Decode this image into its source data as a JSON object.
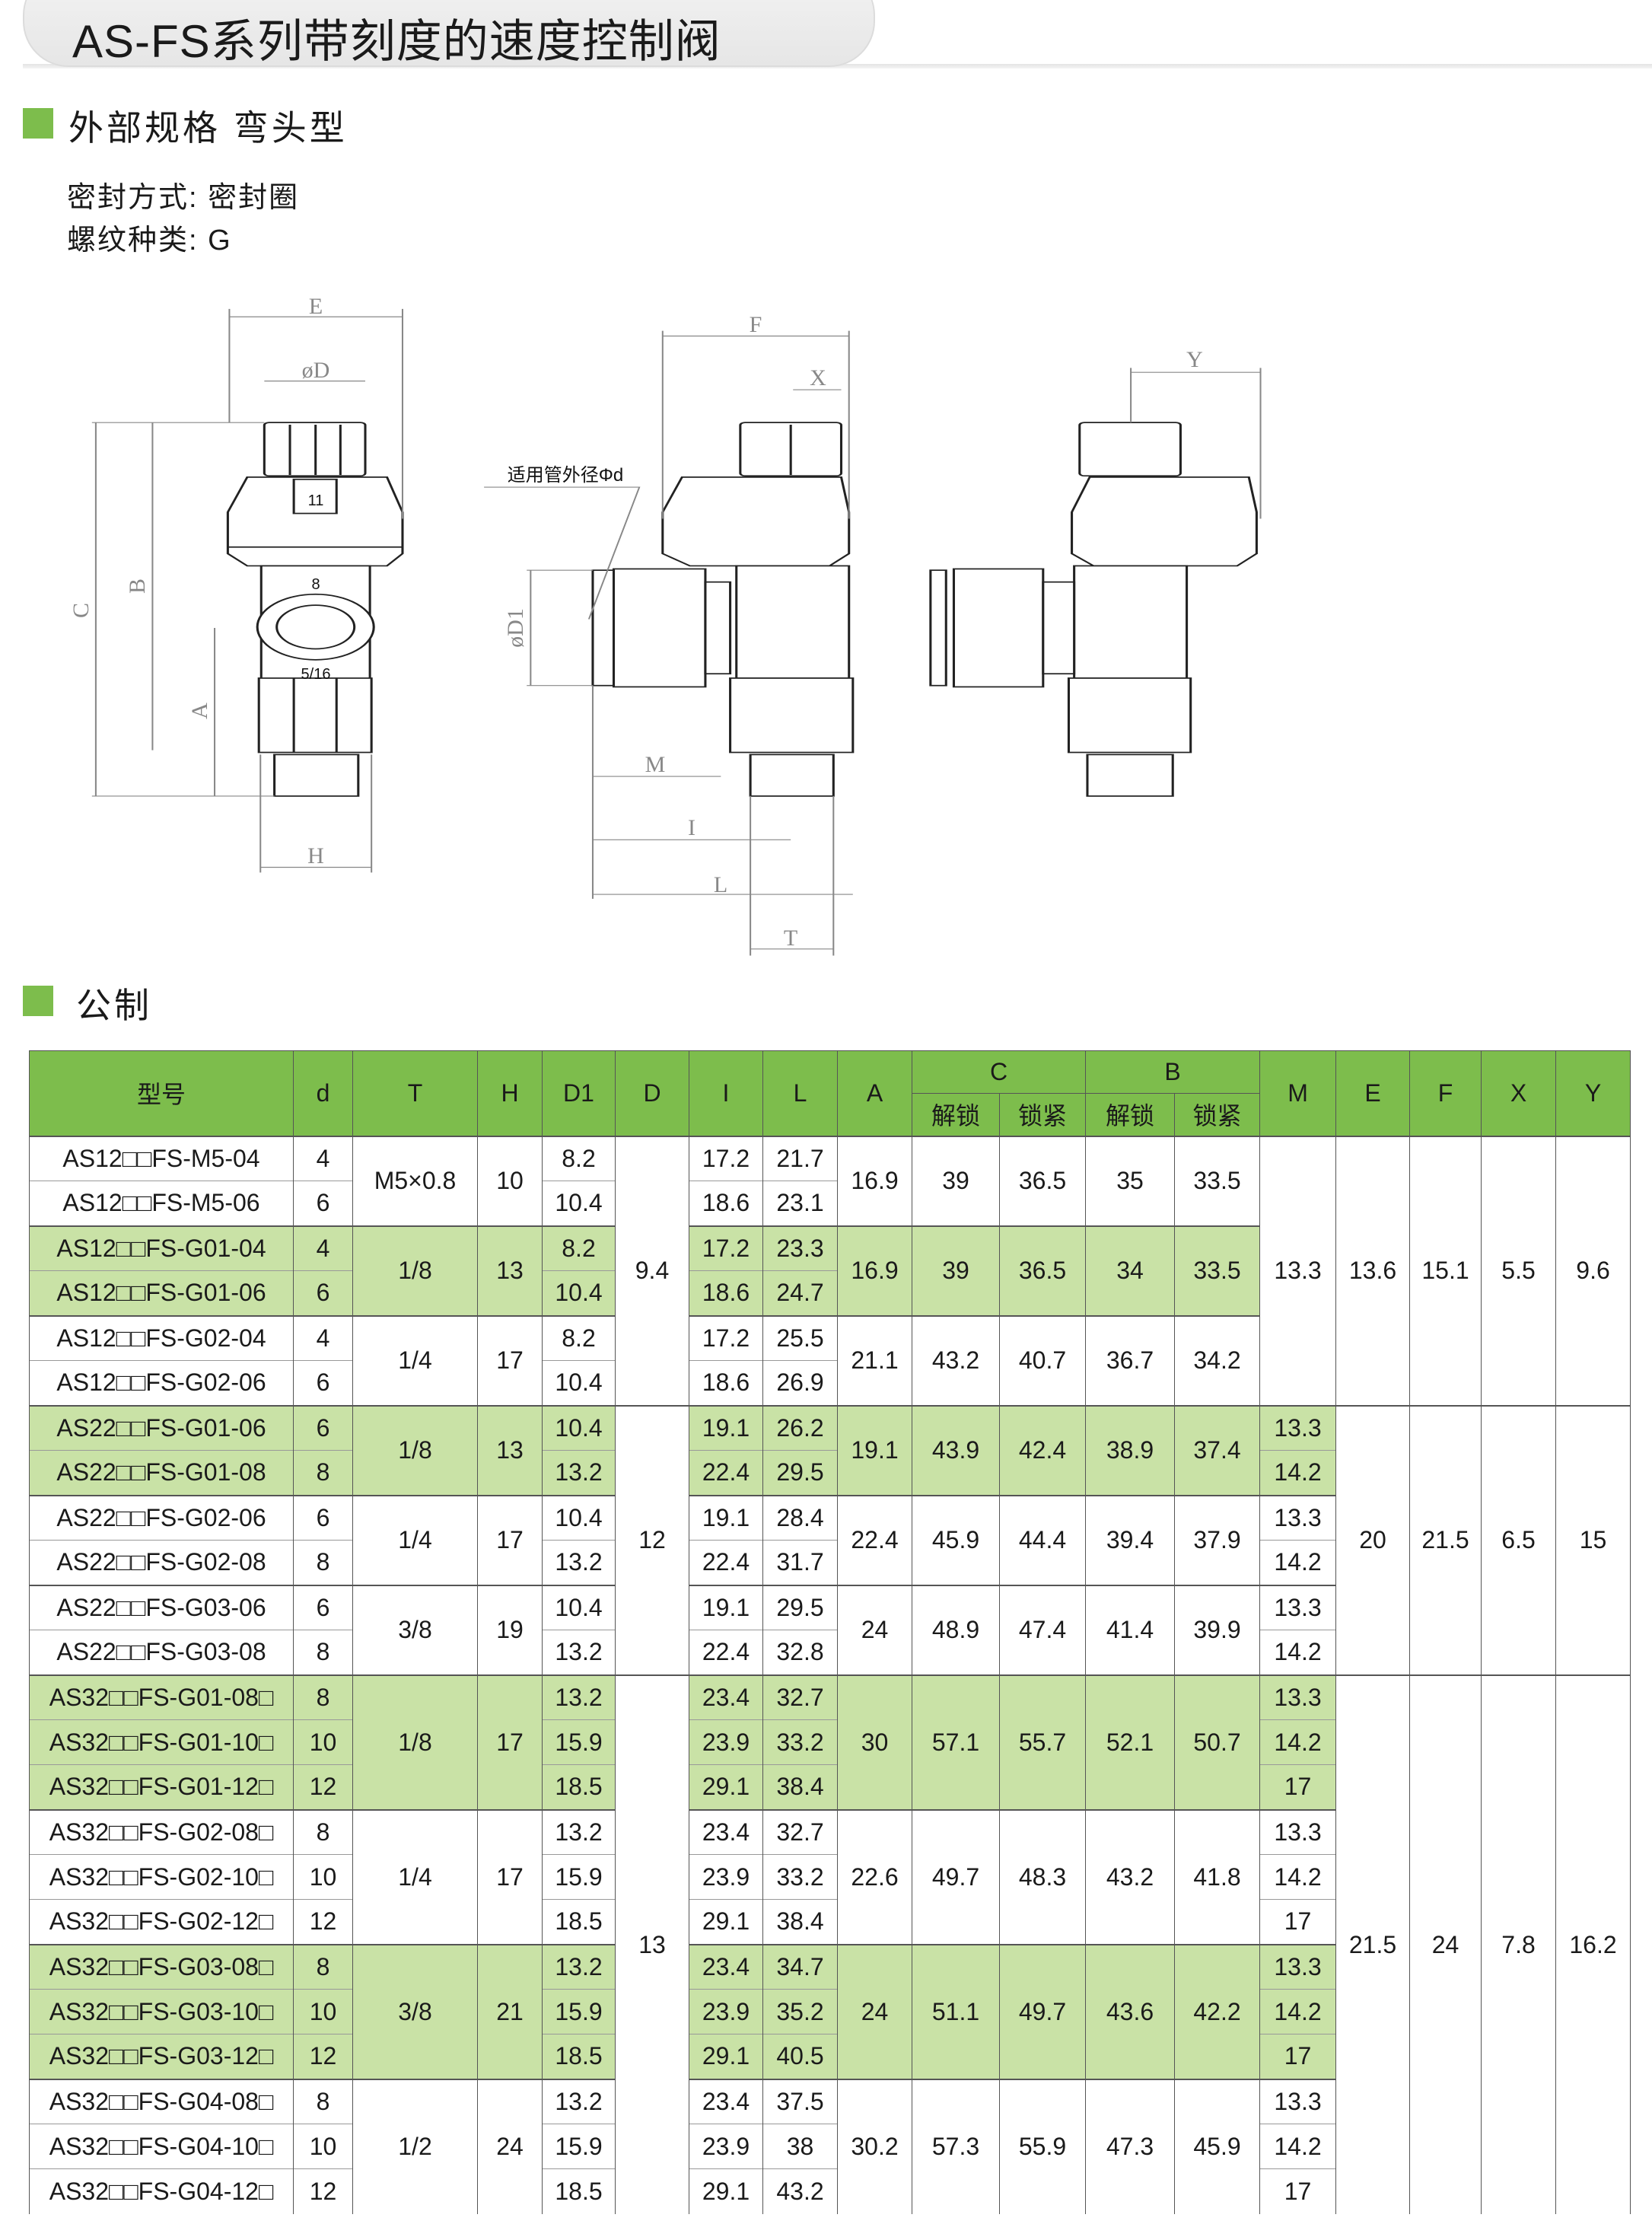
{
  "title": "AS-FS系列带刻度的速度控制阀",
  "section1": "外部规格 弯头型",
  "seal": "密封方式: 密封圈",
  "thread": "螺纹种类: G",
  "section2": "公制",
  "colors": {
    "header_green": "#7dbd4c",
    "row_green": "#c9e2a6"
  },
  "drawing": {
    "labels": {
      "E": "E",
      "D": "øD",
      "C": "C",
      "B": "B",
      "A": "A",
      "H": "H",
      "F": "F",
      "X": "X",
      "Y": "Y",
      "D1": "øD1",
      "M": "M",
      "I": "I",
      "L": "L",
      "T": "T",
      "tube": "适用管外径Φd"
    },
    "marks": {
      "scale_top": "8",
      "scale_bottom": "5/16",
      "plate": "11"
    }
  },
  "table": {
    "headers": [
      "型号",
      "d",
      "T",
      "H",
      "D1",
      "D",
      "I",
      "L",
      "A",
      "C",
      "B",
      "M",
      "E",
      "F",
      "X",
      "Y"
    ],
    "sub_headers": [
      "解锁",
      "锁紧",
      "解锁",
      "锁紧"
    ],
    "green_rows": [
      2,
      3,
      6,
      7,
      12,
      13,
      14,
      18,
      19,
      20
    ],
    "group_starts": [
      0,
      2,
      4,
      6,
      8,
      10,
      12,
      15,
      18,
      21
    ],
    "rows": [
      [
        "AS12□□FS-M5-04",
        "4",
        "M5×0.8",
        "10",
        "8.2",
        "9.4",
        "17.2",
        "21.7",
        "16.9",
        "39",
        "36.5",
        "35",
        "33.5",
        "13.3",
        "13.6",
        "15.1",
        "5.5",
        "9.6"
      ],
      [
        "AS12□□FS-M5-06",
        "6",
        null,
        null,
        "10.4",
        null,
        "18.6",
        "23.1",
        null,
        null,
        null,
        null,
        null,
        null,
        null,
        null,
        null,
        null
      ],
      [
        "AS12□□FS-G01-04",
        "4",
        "1/8",
        "13",
        "8.2",
        null,
        "17.2",
        "23.3",
        "16.9",
        "39",
        "36.5",
        "34",
        "33.5",
        null,
        null,
        null,
        null,
        null
      ],
      [
        "AS12□□FS-G01-06",
        "6",
        null,
        null,
        "10.4",
        null,
        "18.6",
        "24.7",
        null,
        null,
        null,
        null,
        null,
        null,
        null,
        null,
        null,
        null
      ],
      [
        "AS12□□FS-G02-04",
        "4",
        "1/4",
        "17",
        "8.2",
        null,
        "17.2",
        "25.5",
        "21.1",
        "43.2",
        "40.7",
        "36.7",
        "34.2",
        null,
        null,
        null,
        null,
        null
      ],
      [
        "AS12□□FS-G02-06",
        "6",
        null,
        null,
        "10.4",
        null,
        "18.6",
        "26.9",
        null,
        null,
        null,
        null,
        null,
        null,
        null,
        null,
        null,
        null
      ],
      [
        "AS22□□FS-G01-06",
        "6",
        "1/8",
        "13",
        "10.4",
        "12",
        "19.1",
        "26.2",
        "19.1",
        "43.9",
        "42.4",
        "38.9",
        "37.4",
        "13.3",
        "20",
        "21.5",
        "6.5",
        "15"
      ],
      [
        "AS22□□FS-G01-08",
        "8",
        null,
        null,
        "13.2",
        null,
        "22.4",
        "29.5",
        null,
        null,
        null,
        null,
        null,
        "14.2",
        null,
        null,
        null,
        null
      ],
      [
        "AS22□□FS-G02-06",
        "6",
        "1/4",
        "17",
        "10.4",
        null,
        "19.1",
        "28.4",
        "22.4",
        "45.9",
        "44.4",
        "39.4",
        "37.9",
        "13.3",
        null,
        null,
        null,
        null
      ],
      [
        "AS22□□FS-G02-08",
        "8",
        null,
        null,
        "13.2",
        null,
        "22.4",
        "31.7",
        null,
        null,
        null,
        null,
        null,
        "14.2",
        null,
        null,
        null,
        null
      ],
      [
        "AS22□□FS-G03-06",
        "6",
        "3/8",
        "19",
        "10.4",
        null,
        "19.1",
        "29.5",
        "24",
        "48.9",
        "47.4",
        "41.4",
        "39.9",
        "13.3",
        null,
        null,
        null,
        null
      ],
      [
        "AS22□□FS-G03-08",
        "8",
        null,
        null,
        "13.2",
        null,
        "22.4",
        "32.8",
        null,
        null,
        null,
        null,
        null,
        "14.2",
        null,
        null,
        null,
        null
      ],
      [
        "AS32□□FS-G01-08□",
        "8",
        "1/8",
        "17",
        "13.2",
        "13",
        "23.4",
        "32.7",
        "30",
        "57.1",
        "55.7",
        "52.1",
        "50.7",
        "13.3",
        "21.5",
        "24",
        "7.8",
        "16.2"
      ],
      [
        "AS32□□FS-G01-10□",
        "10",
        null,
        null,
        "15.9",
        null,
        "23.9",
        "33.2",
        null,
        null,
        null,
        null,
        null,
        "14.2",
        null,
        null,
        null,
        null
      ],
      [
        "AS32□□FS-G01-12□",
        "12",
        null,
        null,
        "18.5",
        null,
        "29.1",
        "38.4",
        null,
        null,
        null,
        null,
        null,
        "17",
        null,
        null,
        null,
        null
      ],
      [
        "AS32□□FS-G02-08□",
        "8",
        "1/4",
        "17",
        "13.2",
        null,
        "23.4",
        "32.7",
        "22.6",
        "49.7",
        "48.3",
        "43.2",
        "41.8",
        "13.3",
        null,
        null,
        null,
        null
      ],
      [
        "AS32□□FS-G02-10□",
        "10",
        null,
        null,
        "15.9",
        null,
        "23.9",
        "33.2",
        null,
        null,
        null,
        null,
        null,
        "14.2",
        null,
        null,
        null,
        null
      ],
      [
        "AS32□□FS-G02-12□",
        "12",
        null,
        null,
        "18.5",
        null,
        "29.1",
        "38.4",
        null,
        null,
        null,
        null,
        null,
        "17",
        null,
        null,
        null,
        null
      ],
      [
        "AS32□□FS-G03-08□",
        "8",
        "3/8",
        "21",
        "13.2",
        null,
        "23.4",
        "34.7",
        "24",
        "51.1",
        "49.7",
        "43.6",
        "42.2",
        "13.3",
        null,
        null,
        null,
        null
      ],
      [
        "AS32□□FS-G03-10□",
        "10",
        null,
        null,
        "15.9",
        null,
        "23.9",
        "35.2",
        null,
        null,
        null,
        null,
        null,
        "14.2",
        null,
        null,
        null,
        null
      ],
      [
        "AS32□□FS-G03-12□",
        "12",
        null,
        null,
        "18.5",
        null,
        "29.1",
        "40.5",
        null,
        null,
        null,
        null,
        null,
        "17",
        null,
        null,
        null,
        null
      ],
      [
        "AS32□□FS-G04-08□",
        "8",
        "1/2",
        "24",
        "13.2",
        null,
        "23.4",
        "37.5",
        "30.2",
        "57.3",
        "55.9",
        "47.3",
        "45.9",
        "13.3",
        null,
        null,
        null,
        null
      ],
      [
        "AS32□□FS-G04-10□",
        "10",
        null,
        null,
        "15.9",
        null,
        "23.9",
        "38",
        null,
        null,
        null,
        null,
        null,
        "14.2",
        null,
        null,
        null,
        null
      ],
      [
        "AS32□□FS-G04-12□",
        "12",
        null,
        null,
        "18.5",
        null,
        "29.1",
        "43.2",
        null,
        null,
        null,
        null,
        null,
        "17",
        null,
        null,
        null,
        null
      ]
    ]
  }
}
